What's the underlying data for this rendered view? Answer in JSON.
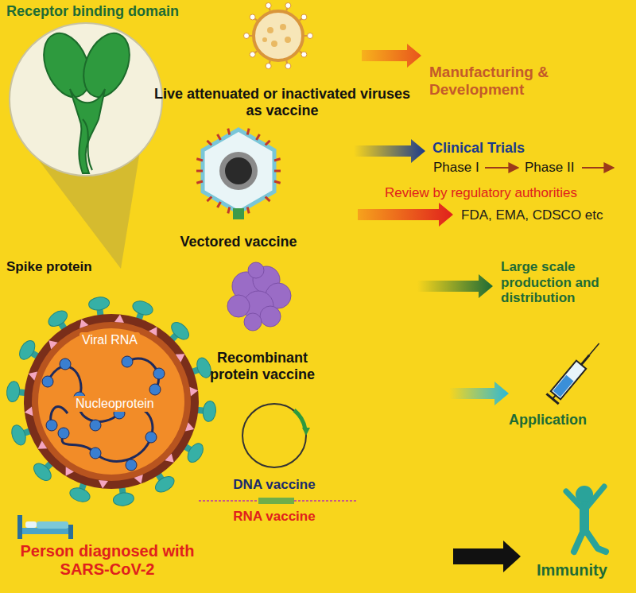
{
  "diagram": {
    "labels": [
      "Receptor binding domain",
      "Manufacturing & Development",
      "Live attenuated or inactivated viruses as vaccine",
      "Clinical Trials",
      "Phase I",
      "Phase II",
      "Review by regulatory authorities",
      "FDA, EMA, CDSCO etc",
      "Vectored vaccine",
      "Spike protein",
      "Viral RNA",
      "Large scale production and distribution",
      "Recombinant protein vaccine",
      "Nucleoprotein",
      "Application",
      "DNA vaccine",
      "RNA vaccine",
      "Person diagnosed with SARS-CoV-2",
      "Immunity"
    ]
  }
}
